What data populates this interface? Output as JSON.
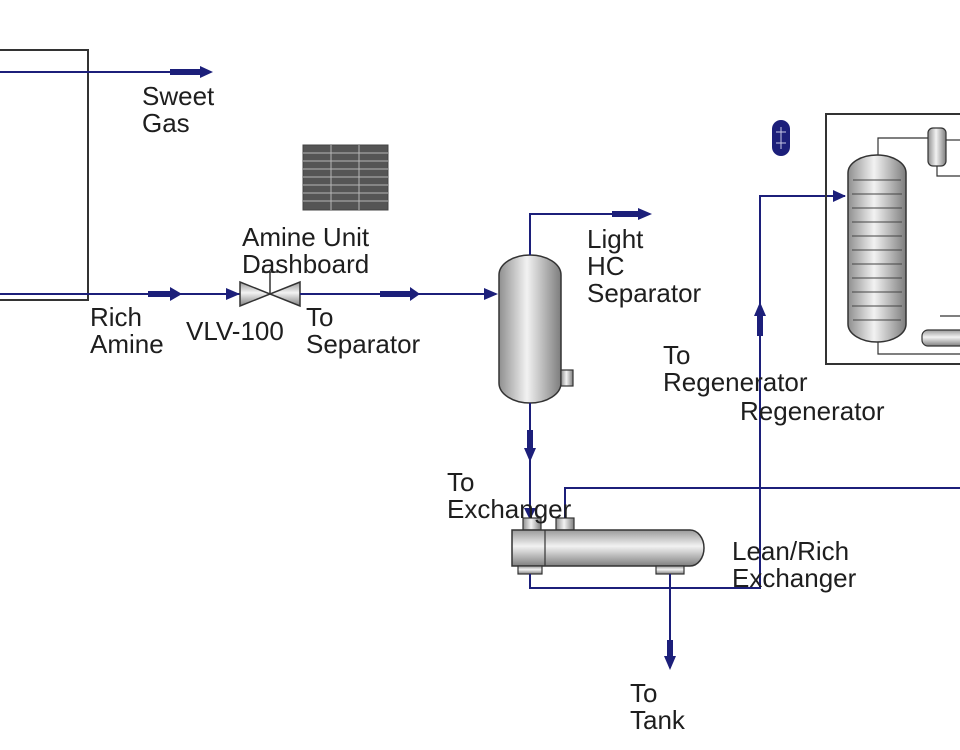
{
  "labels": {
    "sweet_gas": "Sweet\nGas",
    "dashboard": "Amine Unit\nDashboard",
    "rich_amine": "Rich\nAmine",
    "valve": "VLV-100",
    "to_separator": "To\nSeparator",
    "light_hc_separator": "Light\nHC\nSeparator",
    "to_regenerator": "To\nRegenerator",
    "regenerator": "Regenerator",
    "to_exchanger": "To\nExchanger",
    "lean_rich_exchanger": "Lean/Rich\nExchanger",
    "to_tank": "To\nTank"
  },
  "colors": {
    "stream": "#1c1f7a",
    "unit_outline": "#333333",
    "vessel_fill": "#d9d9d9",
    "label_text": "#1e1e1e",
    "dashboard_icon": "#555555"
  },
  "icons": {
    "dashboard": "spreadsheet-grid-icon",
    "indicator": "level-indicator-icon"
  }
}
